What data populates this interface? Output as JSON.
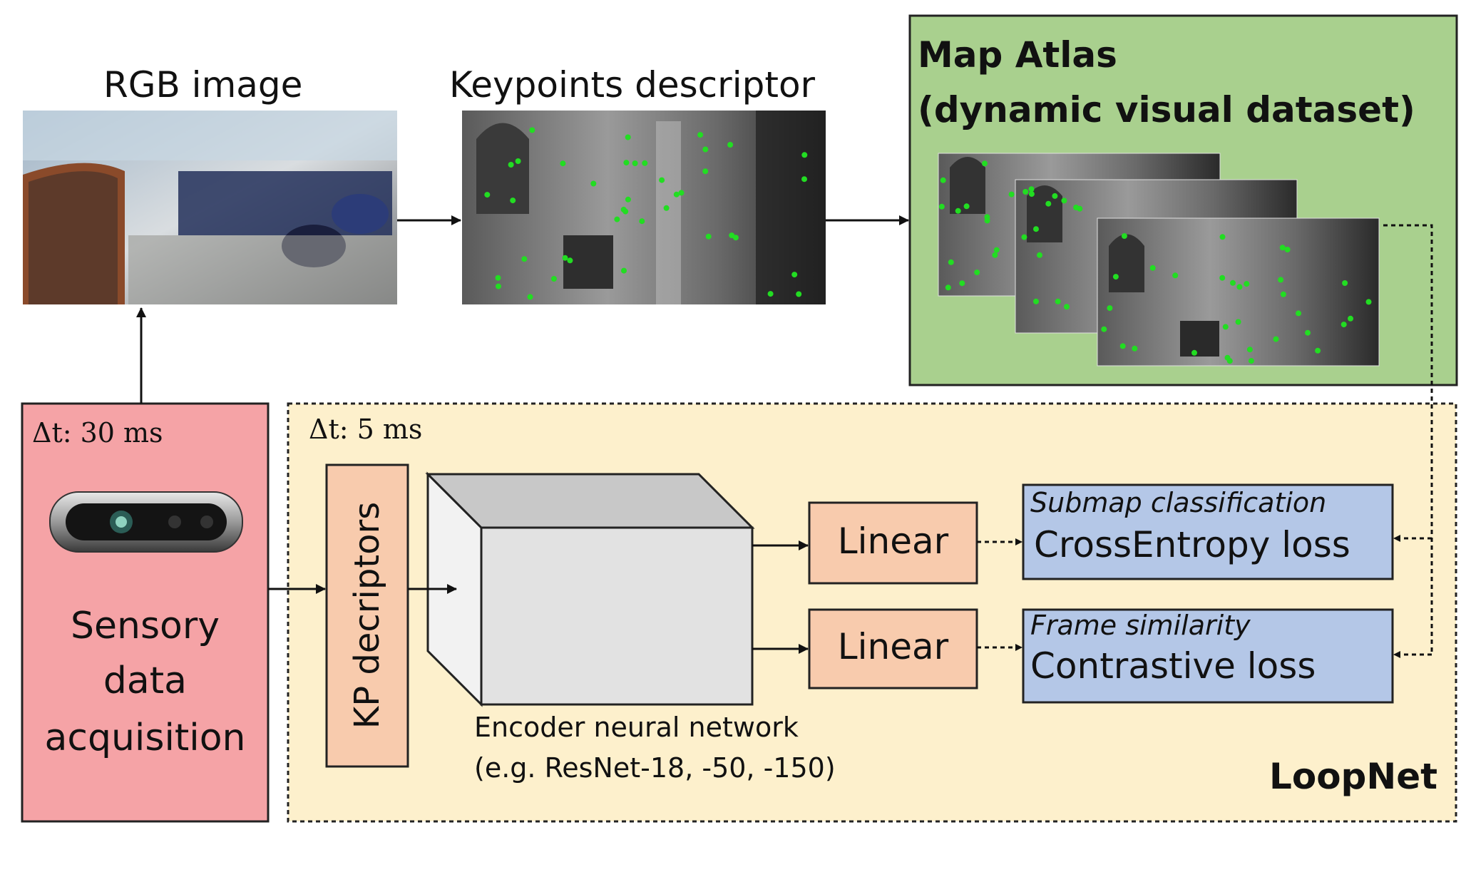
{
  "top": {
    "rgb_title": "RGB image",
    "kp_title": "Keypoints descriptor",
    "atlas_title_line1": "Map Atlas",
    "atlas_title_line2": "(dynamic visual dataset)"
  },
  "sensor": {
    "delta_t": "Δt: 30 ms",
    "line1": "Sensory",
    "line2": "data",
    "line3": "acquisition"
  },
  "loopnet": {
    "delta_t": "Δt: 5 ms",
    "kp_box": "KP decriptors",
    "encoder_line1": "Encoder neural network",
    "encoder_line2": "(e.g. ResNet-18, -50, -150)",
    "linear_top": "Linear",
    "linear_bottom": "Linear",
    "loss_top_caption": "Submap classification",
    "loss_top_name": "CrossEntropy loss",
    "loss_bottom_caption": "Frame similarity",
    "loss_bottom_name": "Contrastive loss",
    "name": "LoopNet"
  },
  "colors": {
    "sensor_fill": "#f5a3a6",
    "loopnet_fill": "#fdf0cc",
    "atlas_fill": "#a9d08e",
    "linear_fill": "#f8cbad",
    "loss_fill": "#b4c7e7",
    "kp_fill": "#f8cbad",
    "keypoint": "#22dd22"
  }
}
